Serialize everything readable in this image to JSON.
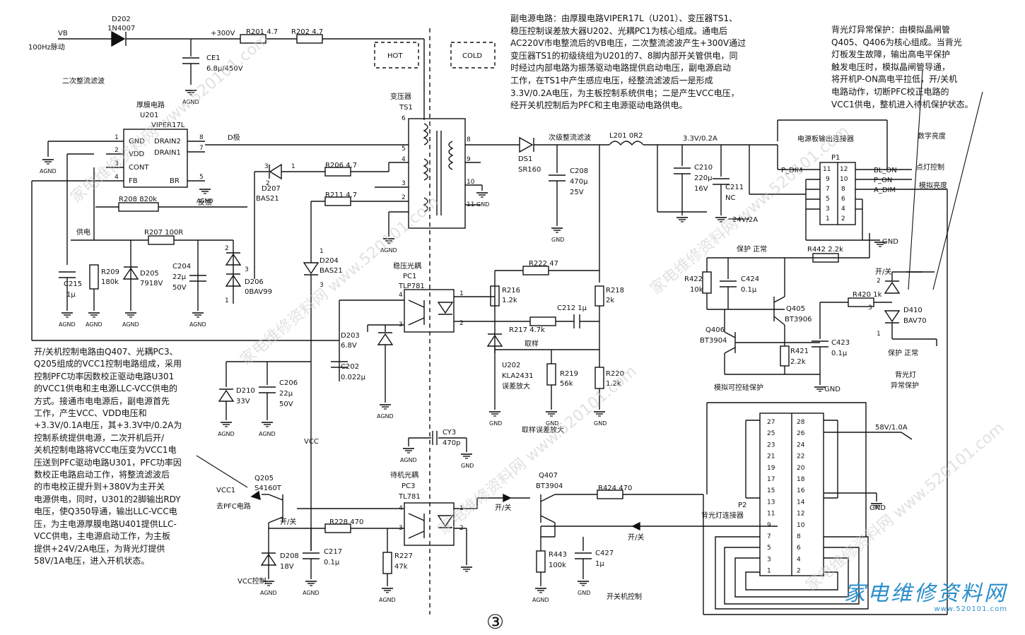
{
  "notes": {
    "aux_supply": "副电源电路：由厚膜电路VIPER17L（U201）、变压器TS1、\n稳压控制误差放大器U202、光耦PC1为核心组成。通电后\nAC220V市电整流后的VB电压，二次整流滤波产生+300V通过\n变压器TS1的初级绕组为U201的7、8脚内部开关管供电，同\n时经过内部电路为振荡驱动电路提供启动电压，副电源启动\n工作，在TS1中产生感应电压，经整流滤波后一是形成\n3.3V/0.2A电压，为主板控制系统供电；二是产生VCC电压，\n经开关机控制后为PFC和主电源驱动电路供电。",
    "backlight_protect": "背光灯异常保护：由模拟晶闸管\nQ405、Q406为核心组成。当背光\n灯板发生故障，输出高电平保护\n触发电压时，模拟晶闸管导通，\n将开机P-ON高电平拉低，开/关机\n电路动作，切断PFC校正电路的\nVCC1供电，整机进入待机保护状态。",
    "onoff_control": "开/关机控制电路由Q407、光耦PC3、\nQ205组成的VCC1控制电路组成，采用\n控制PFC功率因数校正驱动电路U301\n的VCC1供电和主电源LLC-VCC供电的\n方式。接通市电电源后，副电源首先\n工作，产生VCC、VDD电压和\n+3.3V/0.1A电压，其+3.3V中/0.2A为\n控制系统提供电源，二次开机后开/\n关机控制电路将VCC电压变为VCC1电\n压送到PFC驱动电路U301，PFC功率因\n数校正电路启动工作，将整流滤波后\n的市电校正提升到+380V为主开关\n电源供电，同时，U301的2脚输出RDY\n电压，使Q350导通，输出LLC-VCC电\n压，为主电源厚膜电路U401提供LLC-\nVCC供电，主电源启动工作，为主板\n提供+24V/2A电压，为背光灯提供\n58V/1A电压，进入开机状态。"
  },
  "labels": {
    "vb": "VB",
    "vb_desc": "100Hz脉动",
    "d202": "D202",
    "d202_part": "1N4007",
    "plus300": "+300V",
    "r201": "R201 4.7",
    "r202": "R202 4.7",
    "ce1": "CE1",
    "ce1_val": "6.8μ/450V",
    "secondary_filter": "二次整流滤波",
    "hot": "HOT",
    "cold": "COLD",
    "transformer": "变压器",
    "ts1": "TS1",
    "thick_film": "厚膜电路",
    "u201": "U201",
    "viper": "VIPER17L",
    "gnd": "GND",
    "vdd": "VDD",
    "cont": "CONT",
    "fb": "FB",
    "drain2": "DRAIN2",
    "drain1": "DRAIN1",
    "br": "BR",
    "d_pole": "D极",
    "feedback": "反馈",
    "supply": "供电",
    "r206": "R206 4.7",
    "r211": "R211 4.7",
    "r208": "R208 820k",
    "r207": "R207 100R",
    "d207": "D207",
    "bas21": "BAS21",
    "d204": "D204",
    "bas21b": "BAS21",
    "c215": "C215",
    "c215_val": "1μ",
    "r209": "R209",
    "r209_val": "180k",
    "d205": "D205",
    "d205_val": "7918V",
    "c204": "C204",
    "c204_v1": "22μ",
    "c204_v2": "50V",
    "d206": "D206",
    "d206_val": "0BAV99",
    "ds1": "DS1",
    "ds1_val": "SR160",
    "secondary_rect": "次级整流滤波",
    "c208": "C208",
    "c208_v1": "470μ",
    "c208_v2": "25V",
    "l201": "L201 0R2",
    "v33": "3.3V/0.2A",
    "c210": "C210",
    "c210_v1": "220μ",
    "c210_v2": "16V",
    "c211": "C211",
    "c211_val": "NC",
    "v24": "24V/2A",
    "pc1_title": "稳压光耦",
    "pc1": "PC1",
    "tlp781": "TLP781",
    "r222": "R222 47",
    "r216": "R216",
    "r216_val": "1.2k",
    "r218": "R218",
    "r218_val": "2k",
    "r217": "R217 4.7k",
    "c212": "C212 1μ",
    "d203": "D203",
    "d203_val": "6.8V",
    "c202": "C202",
    "c202_val": "0.022μ",
    "u202": "U202",
    "u202_part": "KLA2431",
    "u202_desc": "误差放大",
    "sample": "取样",
    "r219": "R219",
    "r219_val": "56k",
    "r220": "R220",
    "r220_val": "1.2k",
    "sample_amp": "取样误差放大",
    "d210": "D210",
    "d210_val": "33V",
    "c206": "C206",
    "c206_v1": "22μ",
    "c206_v2": "50V",
    "vcc": "VCC",
    "cy3": "CY3",
    "cy3_val": "470p",
    "pc3_title": "待机光耦",
    "pc3": "PC3",
    "tl781": "TL781",
    "q205": "Q205",
    "q205_part": "S4160T",
    "vcc1": "VCC1",
    "to_pfc": "去PFC电路",
    "onoff": "开/关",
    "r228": "R228 470",
    "d208": "D208",
    "d208_val": "18V",
    "c217": "C217",
    "c217_val": "0.1μ",
    "r227": "R227",
    "r227_val": "47k",
    "vcc_ctrl": "VCC控制",
    "q407": "Q407",
    "q407_part": "BT3904",
    "onoff2": "开/关",
    "r424": "R424 470",
    "onoff3": "开/关",
    "r443": "R443",
    "r443_val": "100k",
    "c427": "C427",
    "c427_val": "1μ",
    "onoff_ctrl": "开关机控制",
    "board_conn": "电源板输出连接器",
    "p1": "P1",
    "p_dim": "P_DIM",
    "bl_on": "BL_ON",
    "p_on": "P_ON",
    "a_dim": "A_DIM",
    "digital_bright": "数字亮度",
    "light_ctrl": "点灯控制",
    "analog_bright": "模拟亮度",
    "protect_normal": "保护 正常",
    "r442": "R442 2.2k",
    "r422": "R422",
    "r422_val": "10k",
    "c424": "C424",
    "c424_val": "0.1μ",
    "q405": "Q405",
    "q405_part": "BT3906",
    "q406": "Q406",
    "q406_part": "BT3904",
    "r421": "R421",
    "r421_val": "2.2k",
    "c423": "C423",
    "c423_val": "0.1μ",
    "r420": "R420 1k",
    "onoff4": "开/关",
    "d410": "D410",
    "d410_val": "BAV70",
    "protect_normal2": "保护 正常",
    "bl_abn1": "背光灯",
    "bl_abn2": "异常保护",
    "scr_protect": "模拟可控硅保护",
    "agnd": "AGND",
    "v58": "58V/1.0A",
    "p2": "P2",
    "bl_conn": "背光灯连接器",
    "circle3": "③"
  },
  "p1_pins_left": [
    "11",
    "9",
    "7",
    "5",
    "3",
    "1"
  ],
  "p1_pins_right": [
    "12",
    "10",
    "8",
    "6",
    "4",
    "2"
  ],
  "p2_pins_left": [
    "27",
    "25",
    "23",
    "21",
    "19",
    "17",
    "15",
    "13",
    "11",
    "9",
    "7",
    "5",
    "3",
    "1"
  ],
  "p2_pins_right": [
    "28",
    "26",
    "24",
    "22",
    "20",
    "18",
    "16",
    "14",
    "12",
    "10",
    "8",
    "6",
    "4",
    "2"
  ],
  "pc1_pins": [
    "4",
    "3",
    "1",
    "2"
  ],
  "pc3_pins": [
    "4",
    "3",
    "1",
    "2"
  ],
  "ts1_pins_left": [
    "6",
    "5",
    "4",
    "3",
    "2"
  ],
  "ts1_pins_right": [
    "8",
    "9",
    "10",
    "11"
  ],
  "u201_pins_left": [
    "1",
    "2",
    "3",
    "4"
  ],
  "u201_pins_right": [
    "8",
    "7",
    "5"
  ],
  "d207_pins": [
    "3",
    "1",
    "2"
  ],
  "d204_pins": [
    "1",
    "3"
  ],
  "d206_pins": [
    "2",
    "3",
    "1"
  ],
  "d410_pins": [
    "2",
    "3",
    "1"
  ],
  "brand": {
    "name": "家电维修资料网",
    "url": "www.520101.com"
  },
  "watermark": "家电维修资料网 www.520101.com"
}
